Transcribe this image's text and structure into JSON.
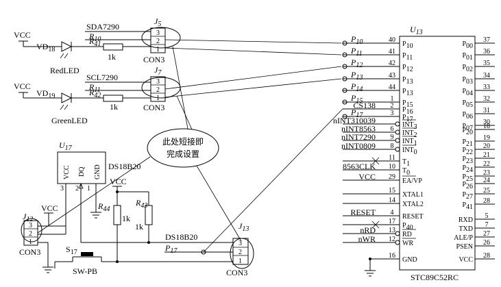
{
  "vcc": "VCC",
  "gnd": "GND",
  "led_red": {
    "ref": "VD",
    "sub": "18",
    "label": "RedLED",
    "res": "R",
    "res_sub": "41",
    "res_val": "1k"
  },
  "led_green": {
    "ref": "VD",
    "sub": "19",
    "label": "GreenLED",
    "res": "R",
    "res_sub": "42",
    "res_val": "1k"
  },
  "j5": {
    "ref": "J",
    "sub": "5",
    "name": "CON3",
    "net": "SDA7290",
    "r": "R",
    "r_sub": "10",
    "pins": [
      "3",
      "2",
      "1"
    ]
  },
  "j7": {
    "ref": "J",
    "sub": "7",
    "name": "CON3",
    "net": "SCL7290",
    "r": "R",
    "r_sub": "11",
    "pins": [
      "3",
      "2",
      "1"
    ]
  },
  "note": {
    "line1": "此处短接即",
    "line2": "完成设置"
  },
  "u17": {
    "ref": "U",
    "sub": "17",
    "part": "DS18B20",
    "pin_vcc": "VCC",
    "pin_dq": "DQ",
    "pin_gnd": "GND",
    "pins": [
      "3",
      "2",
      "1"
    ]
  },
  "r44": {
    "ref": "R",
    "sub": "44",
    "val": "1k"
  },
  "r43": {
    "ref": "R",
    "sub": "43",
    "val": "1k"
  },
  "j12": {
    "ref": "J",
    "sub": "12",
    "name": "CON3",
    "pins": [
      "3",
      "2",
      "1"
    ]
  },
  "s17": {
    "ref": "S",
    "sub": "17",
    "name": "SW-PB"
  },
  "j13": {
    "ref": "J",
    "sub": "13",
    "name": "CON3",
    "net": "DS18B20",
    "net2": "P",
    "net2_sub": "17",
    "pins": [
      "3",
      "2",
      "1"
    ]
  },
  "mcu": {
    "ref": "U",
    "sub": "13",
    "part": "STC89C52RC",
    "left_pins": [
      {
        "num": "40",
        "net": "P",
        "net_sub": "10",
        "name": "P",
        "name_sub": "10"
      },
      {
        "num": "41",
        "net": "P",
        "net_sub": "11",
        "name": "P",
        "name_sub": "11"
      },
      {
        "num": "42",
        "net": "P",
        "net_sub": "12",
        "name": "P",
        "name_sub": "12"
      },
      {
        "num": "43",
        "net": "P",
        "net_sub": "13",
        "name": "P",
        "name_sub": "13"
      },
      {
        "num": "44",
        "net": "P",
        "net_sub": "14",
        "name": "P",
        "name_sub": "13"
      },
      {
        "num": "1",
        "net": "P",
        "net_sub": "15",
        "name": "P",
        "name_sub": "15"
      },
      {
        "num": "2",
        "net": "CS138",
        "net_sub": "",
        "name": "P",
        "name_sub": "16"
      },
      {
        "num": "3",
        "net": "P",
        "net_sub": "17",
        "name": "P",
        "name_sub": "17"
      },
      {
        "num": "",
        "net": "nINT310039",
        "net_sub": "",
        "name": "INT",
        "name_sub": "3"
      },
      {
        "num": "6",
        "net": "nINT8563",
        "net_sub": "",
        "name": "INT",
        "name_sub": "2"
      },
      {
        "num": "9",
        "net": "nINT7290",
        "net_sub": "",
        "name": "INT",
        "name_sub": "1"
      },
      {
        "num": "8",
        "net": "nINT0809",
        "net_sub": "",
        "name": "INT",
        "name_sub": "0"
      },
      {
        "num": "11",
        "net": "",
        "net_sub": "",
        "name": "T",
        "name_sub": "1"
      },
      {
        "num": "10",
        "net": "8563CLK",
        "net_sub": "",
        "name": "T",
        "name_sub": "0"
      },
      {
        "num": "29",
        "net": "VCC",
        "net_sub": "",
        "name": "EA/VP",
        "name_sub": ""
      },
      {
        "num": "15",
        "net": "",
        "net_sub": "",
        "name": "XTAL1",
        "name_sub": ""
      },
      {
        "num": "14",
        "net": "",
        "net_sub": "",
        "name": "XTAL2",
        "name_sub": ""
      },
      {
        "num": "4",
        "net": "RESET",
        "net_sub": "",
        "name": "RESET",
        "name_sub": ""
      },
      {
        "num": "17",
        "net": "",
        "net_sub": "",
        "name": "P",
        "name_sub": "40"
      },
      {
        "num": "13",
        "net": "nRD",
        "net_sub": "",
        "name": "RD",
        "name_sub": ""
      },
      {
        "num": "12",
        "net": "nWR",
        "net_sub": "",
        "name": "WR",
        "name_sub": ""
      },
      {
        "num": "16",
        "net": "",
        "net_sub": "",
        "name": "GND",
        "name_sub": ""
      }
    ],
    "right_pins": [
      {
        "num": "37",
        "name": "P",
        "name_sub": "00"
      },
      {
        "num": "36",
        "name": "P",
        "name_sub": "01"
      },
      {
        "num": "35",
        "name": "P",
        "name_sub": "02"
      },
      {
        "num": "34",
        "name": "P",
        "name_sub": "03"
      },
      {
        "num": "33",
        "name": "P",
        "name_sub": "04"
      },
      {
        "num": "32",
        "name": "P",
        "name_sub": "05"
      },
      {
        "num": "31",
        "name": "P",
        "name_sub": "06"
      },
      {
        "num": "30",
        "name": "P",
        "name_sub": "07"
      },
      {
        "num": "18",
        "name": "P",
        "name_sub": "20"
      },
      {
        "num": "19",
        "name": "P",
        "name_sub": "21"
      },
      {
        "num": "20",
        "name": "P",
        "name_sub": "22"
      },
      {
        "num": "21",
        "name": "P",
        "name_sub": "23"
      },
      {
        "num": "22",
        "name": "P",
        "name_sub": "24"
      },
      {
        "num": "23",
        "name": "P",
        "name_sub": "25"
      },
      {
        "num": "24",
        "name": "P",
        "name_sub": "26"
      },
      {
        "num": "25",
        "name": "P",
        "name_sub": "27"
      },
      {
        "num": "28",
        "name": "P",
        "name_sub": "41"
      },
      {
        "num": "5",
        "name": "RXD",
        "name_sub": ""
      },
      {
        "num": "7",
        "name": "TXD",
        "name_sub": ""
      },
      {
        "num": "27",
        "name": "ALE/P",
        "name_sub": ""
      },
      {
        "num": "26",
        "name": "PSEN",
        "name_sub": ""
      },
      {
        "num": "28",
        "name": "VCC",
        "name_sub": ""
      }
    ]
  }
}
